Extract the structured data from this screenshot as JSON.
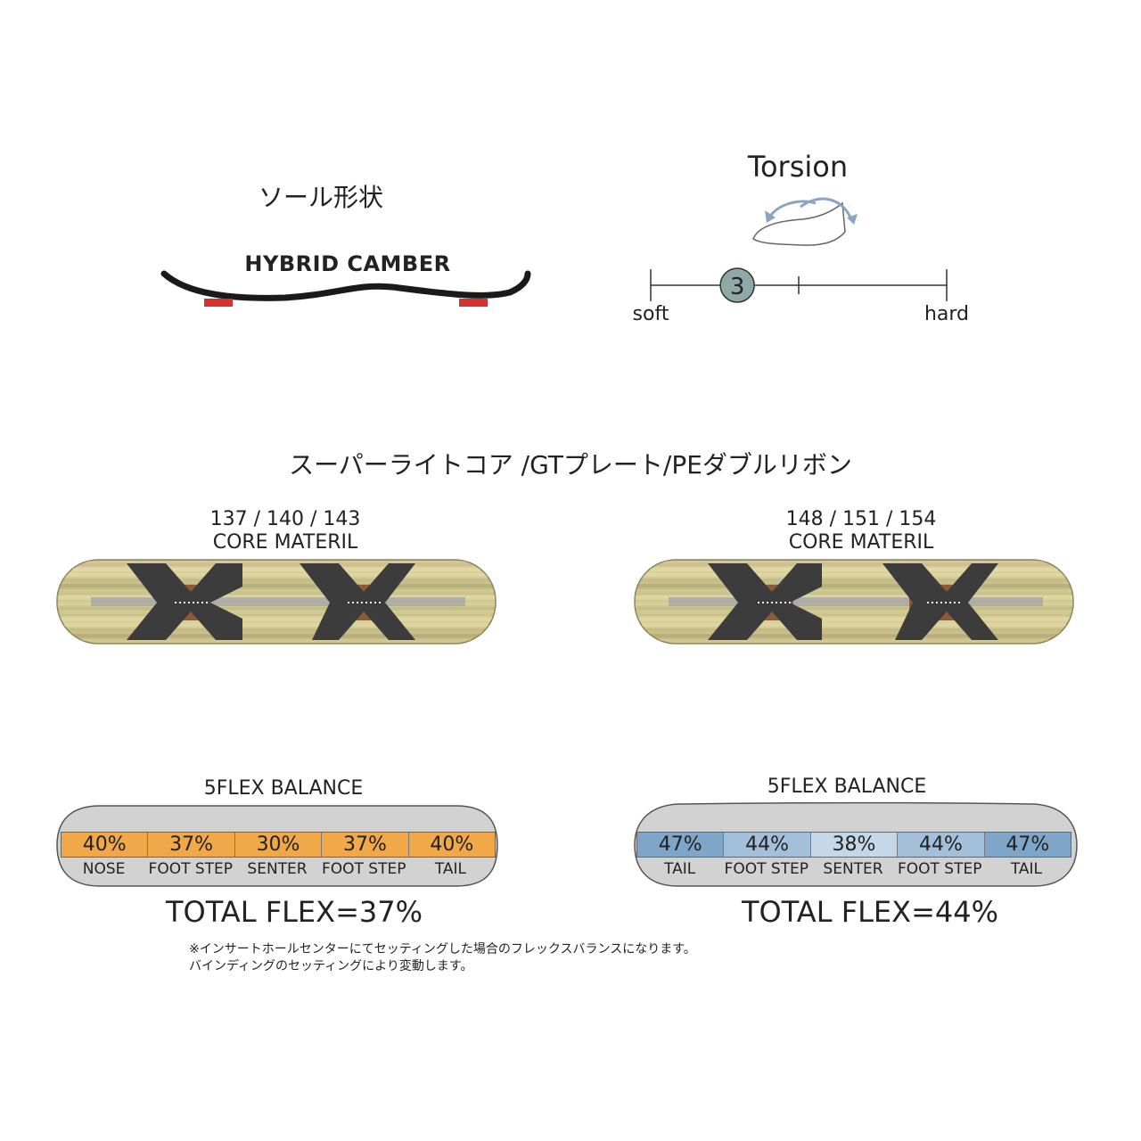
{
  "sole": {
    "title": "ソール形状",
    "camber_label": "HYBRID CAMBER"
  },
  "torsion": {
    "title": "Torsion",
    "value": "3",
    "scale_min_label": "soft",
    "scale_max_label": "hard",
    "scale_min": 1,
    "scale_max": 5,
    "marker_color": "#8fa8a8"
  },
  "core": {
    "title": "スーパーライトコア /GTプレート/PEダブルリボン",
    "boards": [
      {
        "sizes": "137 / 140 / 143",
        "label": "CORE MATERIL"
      },
      {
        "sizes": "148 / 151 / 154",
        "label": "CORE MATERIL"
      }
    ]
  },
  "flex": [
    {
      "title": "5FLEX BALANCE",
      "color": "#f0a848",
      "values": [
        "40%",
        "37%",
        "30%",
        "37%",
        "40%"
      ],
      "labels": [
        "NOSE",
        "FOOT STEP",
        "SENTER",
        "FOOT STEP",
        "TAIL"
      ],
      "total": "TOTAL FLEX=37%"
    },
    {
      "title": "5FLEX BALANCE",
      "color": "#7fa5c8",
      "values": [
        "47%",
        "44%",
        "38%",
        "44%",
        "47%"
      ],
      "labels": [
        "TAIL",
        "FOOT STEP",
        "SENTER",
        "FOOT STEP",
        "TAIL"
      ],
      "total": "TOTAL FLEX=44%"
    }
  ],
  "note": {
    "line1": "※インサートホールセンターにてセッティングした場合のフレックスバランスになります。",
    "line2": "バインディングのセッティングにより変動します。"
  }
}
